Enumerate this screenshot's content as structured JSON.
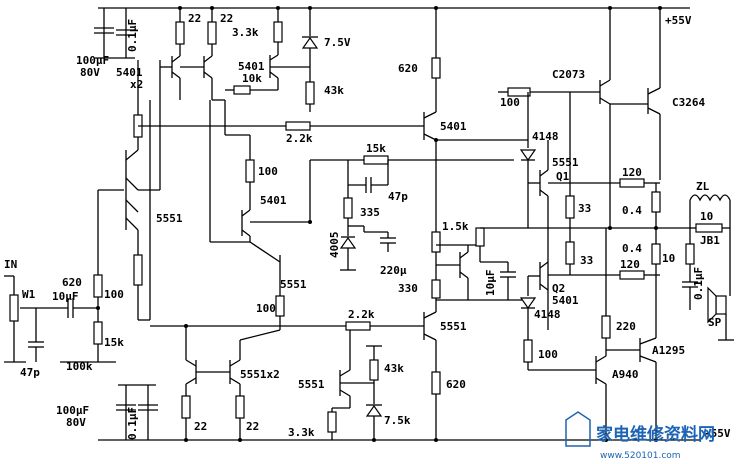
{
  "power": {
    "vplus": "+55V",
    "vminus": "-55V"
  },
  "labels": {
    "in": "IN",
    "w1": "W1",
    "sp": "SP",
    "zl": "ZL",
    "jb1": "JB1",
    "c_in_10u": "10μF",
    "r_in_620": "620",
    "r_in_100": "100",
    "r_in_15k": "15k",
    "r_in_100k": "100k",
    "c_in_47p": "47p",
    "c_top_100u": "100μF",
    "c_top_80v": "80V",
    "c_top_01u": "0.1μF",
    "q_top_pair": "5401",
    "q_top_pair_x2": "x2",
    "r_top_22a": "22",
    "r_top_22b": "22",
    "r_top_33k": "3.3k",
    "z_top_75": "7.5V",
    "q_top_5401": "5401",
    "r_top_43k": "43k",
    "r_10k": "10k",
    "r_22k_top": "2.2k",
    "r_620_top": "620",
    "q_vas_top": "5401",
    "q_5551_left": "5551",
    "r_100_mid": "100",
    "q_5401_mid": "5401",
    "r_15k_fb": "15k",
    "c_47p_fb": "47p",
    "r_335": "335",
    "d_4005": "4005",
    "c_220u": "220μ",
    "r_15k_bias": "1.5k",
    "r_330": "330",
    "c_10uf_bias": "10μF",
    "q_5551_mid": "5551",
    "r_100_mid2": "100",
    "r_22k_bot": "2.2k",
    "q_vas_bot": "5551",
    "q_bot_pair": "5551x2",
    "r_bot_22a": "22",
    "r_bot_22b": "22",
    "q_bot_5551": "5551",
    "r_bot_43k": "43k",
    "z_bot_75": "7.5k",
    "r_bot_33k": "3.3k",
    "r_620_bot": "620",
    "c_bot_100u": "100μF",
    "c_bot_80v": "80V",
    "c_bot_01u": "0.1μF",
    "q_c2073": "C2073",
    "q_c3264": "C3264",
    "r_100_top_drv": "100",
    "d_4148_top": "4148",
    "q1_type": "5551",
    "q1": "Q1",
    "r_120_top": "120",
    "r_33_a": "33",
    "r_04_a": "0.4",
    "r_10_zobel": "10",
    "r_04_b": "0.4",
    "r_33_b": "33",
    "r_120_bot": "120",
    "r_10_out": "10",
    "c_01uf_out": "0.1μF",
    "q2": "Q2",
    "q2_type": "5401",
    "d_4148_bot": "4148",
    "r_220": "220",
    "q_a1295": "A1295",
    "r_100_bot_drv": "100",
    "q_a940": "A940"
  },
  "watermark": {
    "text": "家电维修资料网",
    "url": "www.520101.com"
  }
}
